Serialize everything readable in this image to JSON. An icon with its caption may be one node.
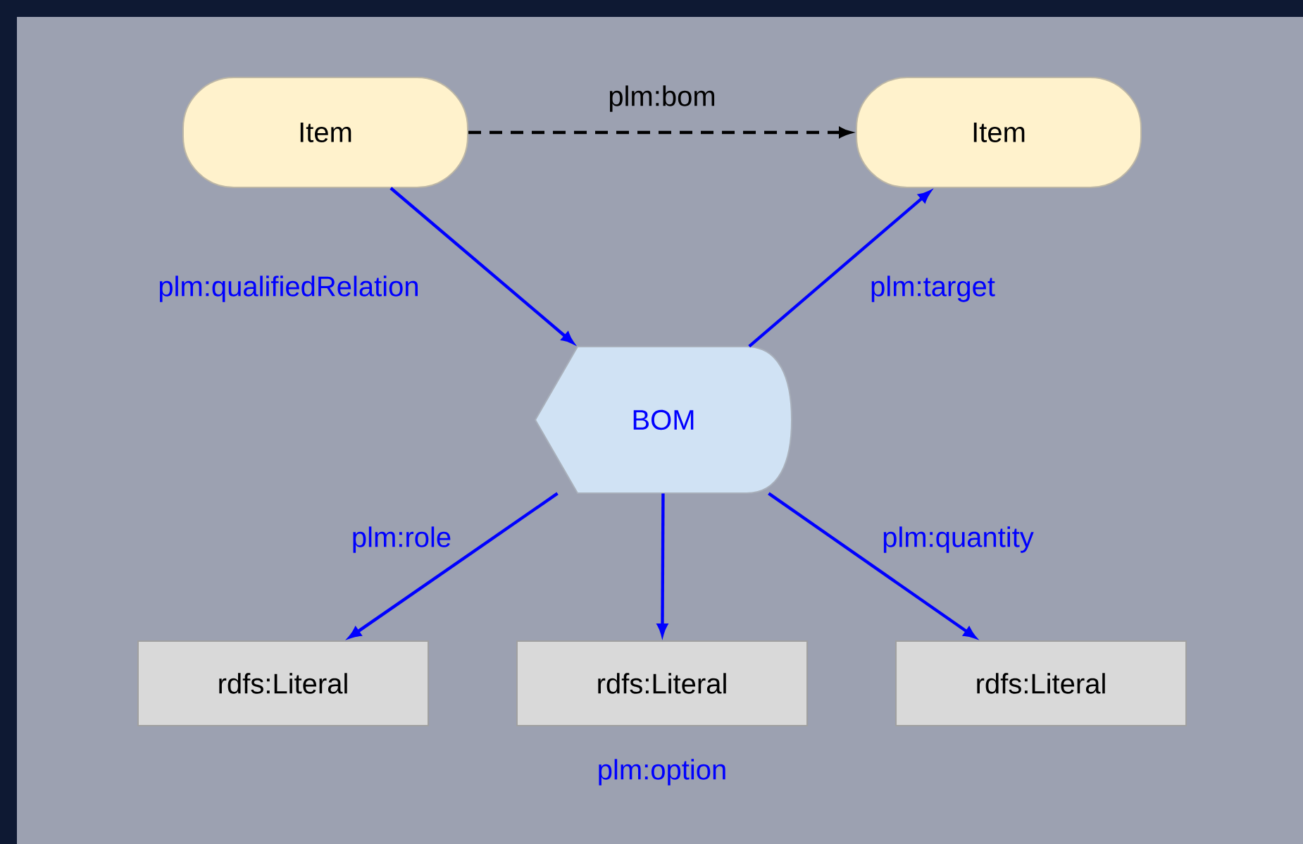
{
  "diagram": {
    "nodes": [
      {
        "text": [
          "Item"
        ]
      },
      {
        "text": [
          "Item"
        ]
      },
      {
        "text": [
          "BOM"
        ]
      },
      {
        "text": [
          "rdfs:Literal"
        ]
      },
      {
        "text": [
          "rdfs:Literal"
        ]
      },
      {
        "text": [
          "rdfs:Literal"
        ]
      }
    ],
    "edges": [
      {
        "from": 0,
        "to": 1,
        "arrow": "to",
        "label": "plm:bom",
        "style": "dashed",
        "color": "#000000"
      },
      {
        "from": 0,
        "to": 2,
        "arrow": "to",
        "label": "plm:qualifiedRelation"
      },
      {
        "from": 2,
        "to": 1,
        "arrow": "to",
        "label": "plm:target"
      },
      {
        "from": 2,
        "to": 3,
        "arrow": "to",
        "label": "plm:role"
      },
      {
        "from": 2,
        "to": 4,
        "arrow": "to",
        "label": "plm:option"
      },
      {
        "from": 2,
        "to": 5,
        "arrow": "to",
        "label": "plm:quantity"
      }
    ]
  }
}
